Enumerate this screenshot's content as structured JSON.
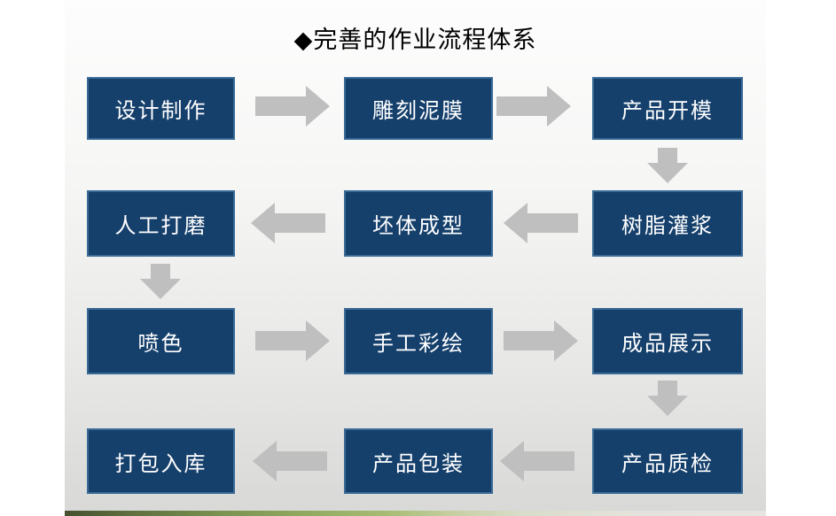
{
  "slide": {
    "title": "◆完善的作业流程体系"
  },
  "flow": {
    "rows": [
      {
        "direction": "right",
        "boxes": [
          "设计制作",
          "雕刻泥膜",
          "产品开模"
        ]
      },
      {
        "direction": "left",
        "boxes": [
          "人工打磨",
          "坯体成型",
          "树脂灌浆"
        ]
      },
      {
        "direction": "right",
        "boxes": [
          "喷色",
          "手工彩绘",
          "成品展示"
        ]
      },
      {
        "direction": "left",
        "boxes": [
          "打包入库",
          "产品包装",
          "产品质检"
        ]
      }
    ],
    "vertical_connectors": [
      {
        "from": "产品开模",
        "to": "树脂灌浆"
      },
      {
        "from": "人工打磨",
        "to": "喷色"
      },
      {
        "from": "成品展示",
        "to": "产品质检"
      }
    ],
    "sequence": [
      "设计制作",
      "雕刻泥膜",
      "产品开模",
      "树脂灌浆",
      "坯体成型",
      "人工打磨",
      "喷色",
      "手工彩绘",
      "成品展示",
      "产品质检",
      "产品包装",
      "打包入库"
    ]
  },
  "colors": {
    "box_fill": "#16406C",
    "box_border": "#3A6A96",
    "box_text": "#FFFFFF",
    "arrow": "#BFBFBF",
    "title": "#000000",
    "slide_bg_top": "#FDFDFD",
    "slide_bg_bottom": "#D8D8D7"
  }
}
